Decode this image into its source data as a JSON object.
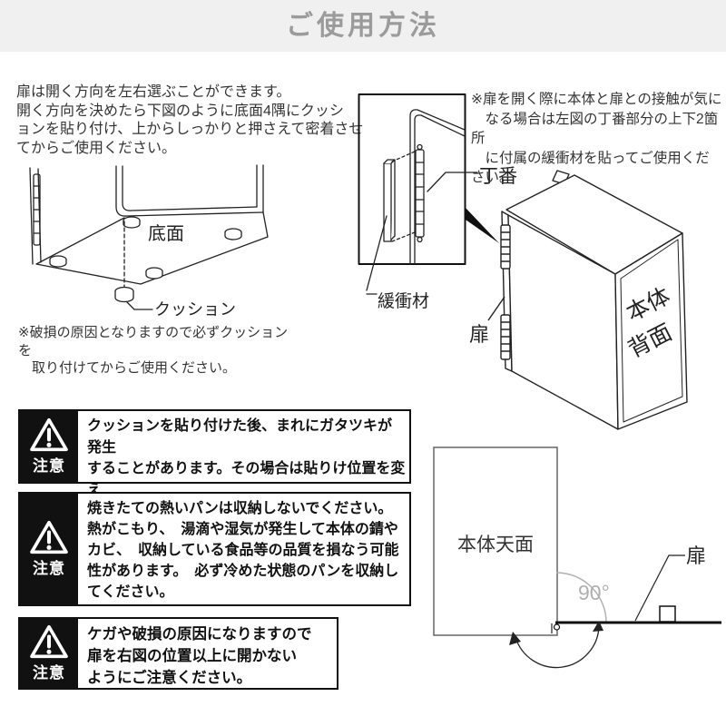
{
  "page": {
    "title": "ご使用方法",
    "band_bg": "#f0f0f0",
    "band_text_color": "#9b9b9b",
    "line_color": "#222222",
    "warning_bg": "#111111"
  },
  "intro": "扉は開く方向を左右選ぶことができます。\n開く方向を決めたら下図のように底面4隅にクッシ\nョンを貼り付け、上からしっかりと押さえて密着させ\nてからご使用ください。",
  "bottom_view": {
    "face_label": "底面",
    "cushion_label": "クッション",
    "note": "※破損の原因となりますので必ずクッションを\n　取り付けてからご使用ください。"
  },
  "hinge_detail": {
    "hinge_label": "丁番",
    "buffer_label": "緩衝材",
    "note": "※扉を開く際に本体と扉との接触が気に\n　なる場合は左図の丁番部分の上下2箇所\n　に付属の緩衝材を貼ってご使用ください。"
  },
  "rear_view": {
    "door_label": "扉",
    "back_label_line1": "本体",
    "back_label_line2": "背面"
  },
  "warnings": [
    {
      "badge": "注意",
      "text": "クッションを貼り付けた後、まれにガタツキが発生\nすることがあります。その場合は貼りけ位置を変え\nてガタツキを解消してください。"
    },
    {
      "badge": "注意",
      "text": "焼きたての熱いパンは収納しないでください。\n熱がこもり、　湯滴や湿気が発生して本体の錆や\nカビ、　収納している食品等の品質を損なう可能\n性があります。　必ず冷めた状態のパンを収納し\nてください。"
    },
    {
      "badge": "注意",
      "text": "ケガや破損の原因になりますので\n扉を右図の位置以上に開かない\nようにご注意ください。"
    }
  ],
  "top_view": {
    "face_label": "本体天面",
    "angle_label": "90°",
    "door_label": "扉"
  }
}
